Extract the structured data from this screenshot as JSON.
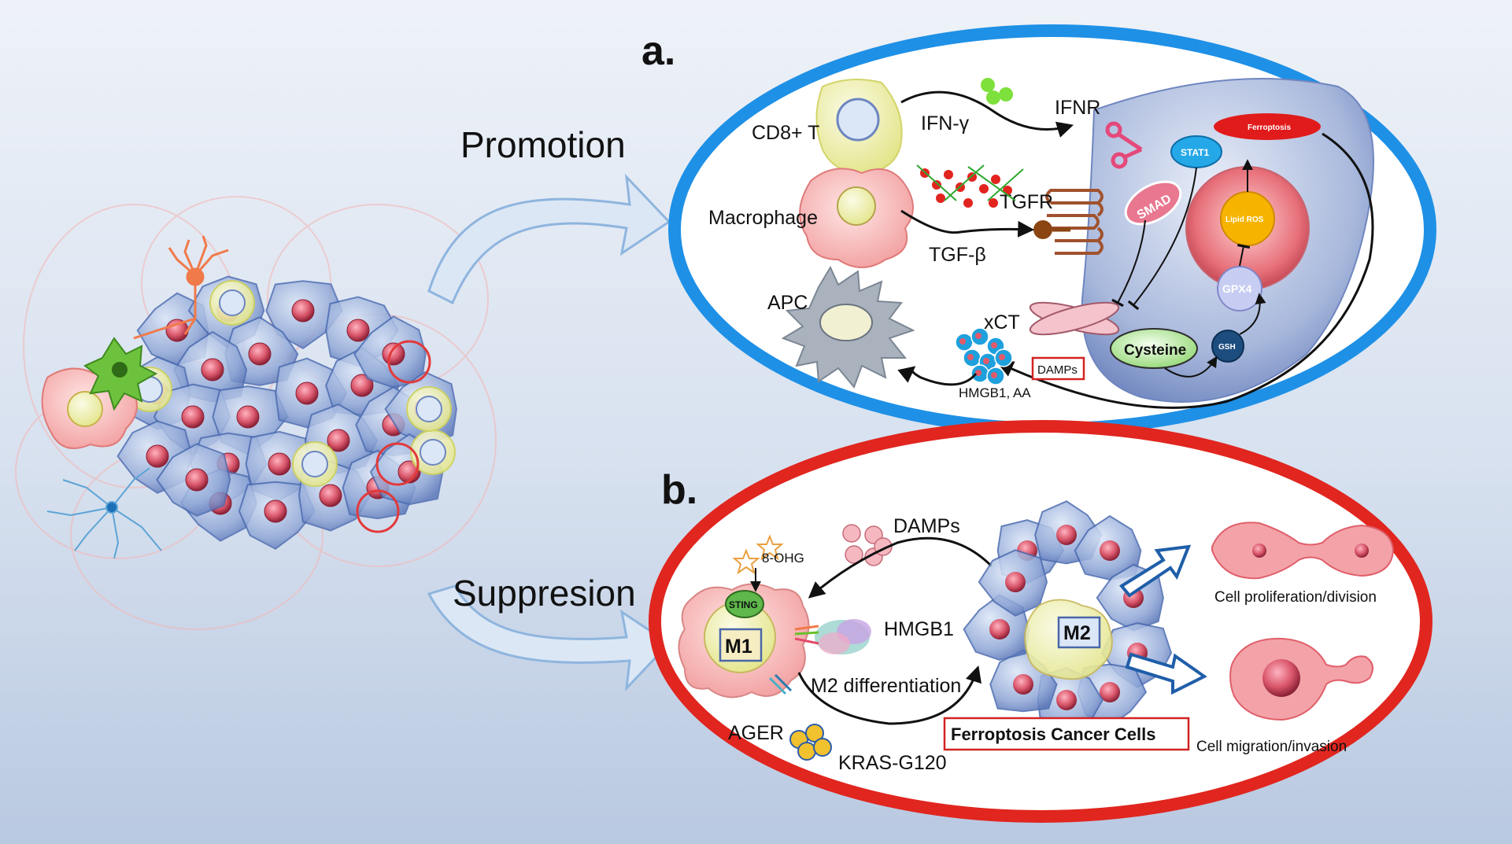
{
  "labels": {
    "promotion": "Promotion",
    "suppression": "Suppresion",
    "panel_a": "a.",
    "panel_b": "b."
  },
  "panel_a": {
    "cd8t": "CD8+ T",
    "ifng": "IFN-γ",
    "ifnr": "IFNR",
    "macrophage": "Macrophage",
    "tgfr": "TGFR",
    "tgfb": "TGF-β",
    "apc": "APC",
    "xct": "xCT",
    "hmgb1_aa": "HMGB1, AA",
    "damps": "DAMPs",
    "cysteine": "Cysteine",
    "gsh": "GSH",
    "gpx4": "GPX4",
    "lipid_ros": "Lipid ROS",
    "ferroptosis": "Ferroptosis",
    "stat1": "STAT1",
    "smad": "SMAD"
  },
  "panel_b": {
    "damps": "DAMPs",
    "ohg": "8-OHG",
    "sting": "STING",
    "m1": "M1",
    "hmgb1": "HMGB1",
    "m2_diff": "M2 differentiation",
    "ager": "AGER",
    "kras": "KRAS-G120",
    "m2": "M2",
    "ferroptosis_cells": "Ferroptosis Cancer Cells",
    "proliferation": "Cell proliferation/division",
    "migration": "Cell migration/invasion"
  },
  "colors": {
    "panel_a_border": "#1e90e6",
    "panel_b_border": "#e0261f",
    "cell_blue": "#8ea6d6",
    "nucleus_red": "#d9566a"
  }
}
